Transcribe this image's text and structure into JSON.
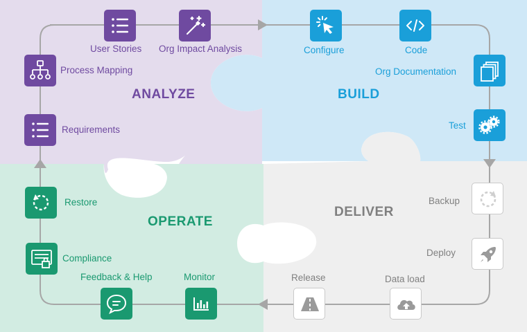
{
  "colors": {
    "analyze": "#6f4aa0",
    "build": "#1a9fd9",
    "deliver": "#7f7f7f",
    "operate": "#1a9970",
    "analyze_bg": "#e4dced",
    "build_bg": "#cfe8f7",
    "deliver_bg": "#efefef",
    "operate_bg": "#d2ece2",
    "track": "#a6a6a6"
  },
  "quadrants": {
    "analyze": {
      "title": "ANALYZE"
    },
    "build": {
      "title": "BUILD"
    },
    "deliver": {
      "title": "DELIVER"
    },
    "operate": {
      "title": "OPERATE"
    }
  },
  "steps": {
    "user_stories": {
      "label": "User  Stories",
      "icon": "list-icon"
    },
    "org_impact_analysis": {
      "label": "Org Impact Analysis",
      "icon": "magic-wand-icon"
    },
    "process_mapping": {
      "label": "Process Mapping",
      "icon": "org-chart-icon"
    },
    "requirements": {
      "label": "Requirements",
      "icon": "list-icon"
    },
    "configure": {
      "label": "Configure",
      "icon": "cursor-click-icon"
    },
    "code": {
      "label": "Code",
      "icon": "code-icon"
    },
    "org_documentation": {
      "label": "Org Documentation",
      "icon": "documents-icon"
    },
    "test": {
      "label": "Test",
      "icon": "gears-icon"
    },
    "backup": {
      "label": "Backup",
      "icon": "backup-icon"
    },
    "deploy": {
      "label": "Deploy",
      "icon": "rocket-icon"
    },
    "data_load": {
      "label": "Data load",
      "icon": "cloud-upload-icon"
    },
    "release": {
      "label": "Release",
      "icon": "road-icon"
    },
    "monitor": {
      "label": "Monitor",
      "icon": "bar-chart-icon"
    },
    "feedback_help": {
      "label": "Feedback & Help",
      "icon": "chat-icon"
    },
    "compliance": {
      "label": "Compliance",
      "icon": "certificate-icon"
    },
    "restore": {
      "label": "Restore",
      "icon": "restore-icon"
    }
  }
}
